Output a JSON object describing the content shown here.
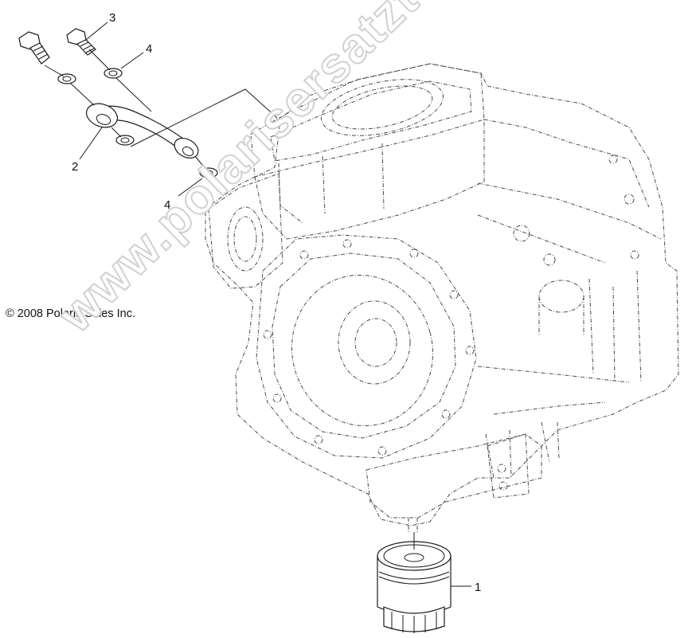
{
  "copyright": "© 2008 Polaris Sales Inc.",
  "watermark": "www.polarisersatzteile.de",
  "callouts": {
    "c1": "1",
    "c2": "2",
    "c3": "3",
    "c4a": "4",
    "c4b": "4"
  },
  "colors": {
    "line": "#1a1a1a",
    "dashed_line": "#4a4a4a",
    "watermark_outline": "#cfcfcf",
    "background": "#ffffff"
  }
}
